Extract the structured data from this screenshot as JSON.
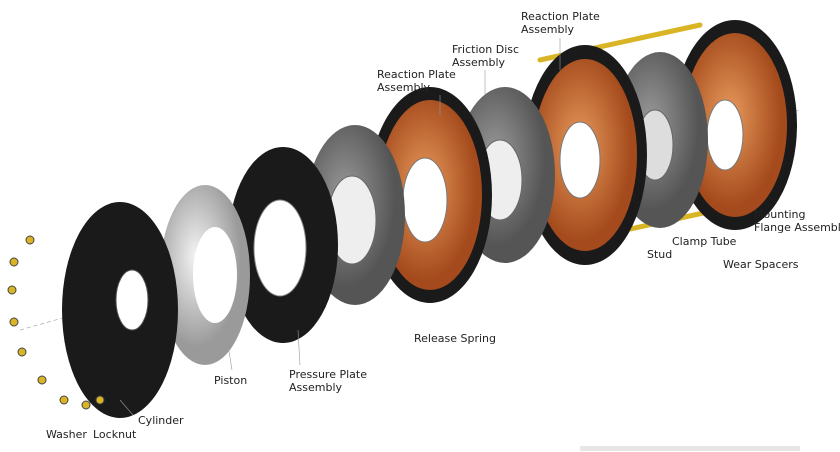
{
  "labels": {
    "reaction_plate_top": [
      "Reaction Plate",
      "Assembly"
    ],
    "friction_disc": [
      "Friction Disc",
      "Assembly"
    ],
    "reaction_plate_left": [
      "Reaction Plate",
      "Assembly"
    ],
    "mounting_flange": [
      "Mounting",
      "Flange Assembly"
    ],
    "clamp_tube": "Clamp Tube",
    "stud": "Stud",
    "wear_spacers": "Wear Spacers",
    "release_spring": "Release Spring",
    "pressure_plate": [
      "Pressure Plate",
      "Assembly"
    ],
    "piston": "Piston",
    "cylinder": "Cylinder",
    "washer": "Washer",
    "locknut": "Locknut"
  },
  "colors": {
    "copper": "#c8642c",
    "black": "#1a1a1a",
    "steel": "#b8b8b8",
    "brass": "#d9b526",
    "friction": "#7a7a7a"
  }
}
